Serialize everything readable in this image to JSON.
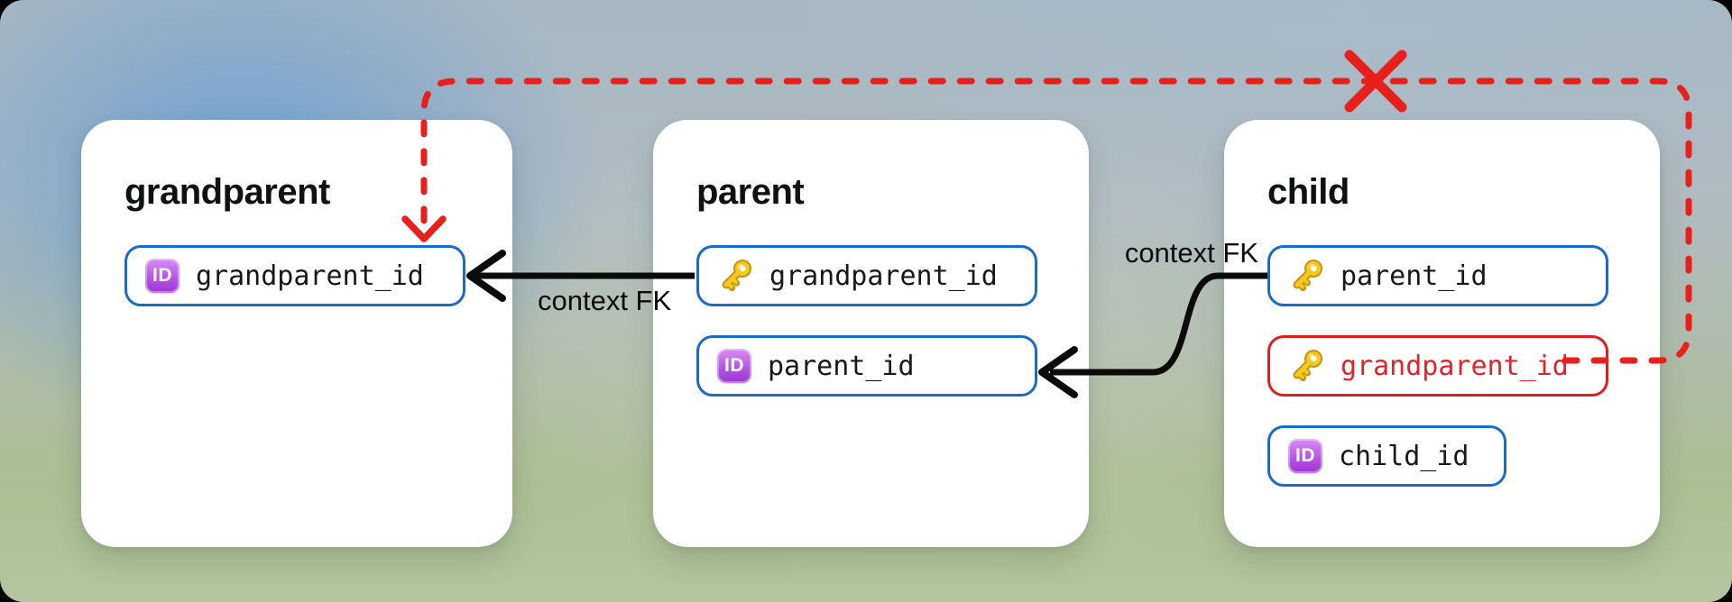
{
  "diagram": {
    "cards": [
      {
        "title": "grandparent",
        "fields": [
          {
            "name": "grandparent_id",
            "icon": "id-badge",
            "state": "normal"
          }
        ]
      },
      {
        "title": "parent",
        "fields": [
          {
            "name": "grandparent_id",
            "icon": "key",
            "state": "normal"
          },
          {
            "name": "parent_id",
            "icon": "id-badge",
            "state": "normal"
          }
        ]
      },
      {
        "title": "child",
        "fields": [
          {
            "name": "parent_id",
            "icon": "key",
            "state": "normal"
          },
          {
            "name": "grandparent_id",
            "icon": "key",
            "state": "invalid"
          },
          {
            "name": "child_id",
            "icon": "id-badge",
            "state": "normal"
          }
        ]
      }
    ],
    "edges": [
      {
        "label": "context FK",
        "from": "parent.grandparent_id",
        "to": "grandparent.grandparent_id",
        "style": "solid-black-arrow"
      },
      {
        "label": "context FK",
        "from": "child.parent_id",
        "to": "parent.parent_id",
        "style": "solid-black-arrow"
      },
      {
        "label": "",
        "from": "child.grandparent_id",
        "to": "grandparent.grandparent_id",
        "style": "dashed-red-arrow",
        "status": "blocked-with-x"
      }
    ],
    "icons": {
      "id_badge_label": "ID"
    },
    "colors": {
      "pill_border_blue": "#1a6bc8",
      "invalid_red": "#e8201c",
      "arrow_black": "#0b0b0b",
      "key_gold": "#f7c81d",
      "id_badge_purple": "#a843d8",
      "card_white": "#ffffff"
    }
  }
}
